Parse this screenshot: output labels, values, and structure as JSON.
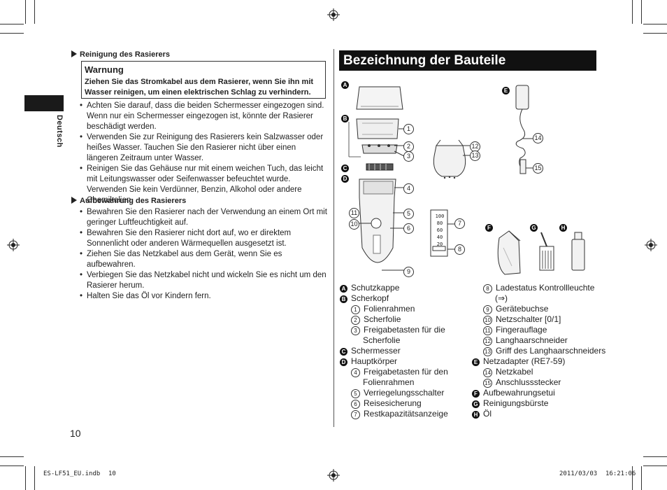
{
  "side_tab": {
    "language": "Deutsch"
  },
  "left": {
    "cleaning_heading": "Reinigung des Rasierers",
    "warning": {
      "title": "Warnung",
      "text": "Ziehen Sie das Stromkabel aus dem Rasierer, wenn Sie ihn mit Wasser reinigen, um einen elektrischen Schlag zu verhindern."
    },
    "cleaning_bullets": [
      "Achten Sie darauf, dass die beiden Schermesser eingezogen sind. Wenn nur ein Schermesser eingezogen ist, könnte der Rasierer beschädigt werden.",
      "Verwenden Sie zur Reinigung des Rasierers kein Salzwasser oder heißes Wasser. Tauchen Sie den Rasierer nicht über einen längeren Zeitraum unter Wasser.",
      "Reinigen Sie das Gehäuse nur mit einem weichen Tuch, das leicht mit Leitungswasser oder Seifenwasser befeuchtet wurde. Verwenden Sie kein Verdünner, Benzin, Alkohol oder andere Chemikalien."
    ],
    "storage_heading": "Aufbewahrung des Rasierers",
    "storage_bullets": [
      "Bewahren Sie den Rasierer nach der Verwendung an einem Ort mit geringer Luftfeuchtigkeit auf.",
      "Bewahren Sie den Rasierer nicht dort auf, wo er direktem Sonnenlicht oder anderen Wärmequellen ausgesetzt ist.",
      "Ziehen Sie das Netzkabel aus dem Gerät, wenn Sie es aufbewahren.",
      "Verbiegen Sie das Netzkabel nicht und wickeln Sie es nicht um den Rasierer herum.",
      "Halten Sie das Öl vor Kindern fern."
    ],
    "page_number": "10"
  },
  "right": {
    "title": "Bezeichnung der Bauteile",
    "diagram": {
      "badges": [
        "A",
        "B",
        "C",
        "D",
        "E",
        "F",
        "G",
        "H"
      ],
      "numbers": [
        "1",
        "2",
        "3",
        "4",
        "5",
        "6",
        "7",
        "8",
        "9",
        "10",
        "11",
        "12",
        "13",
        "14",
        "15"
      ],
      "indicator_levels": [
        "100",
        "80",
        "60",
        "40",
        "20"
      ]
    },
    "parts_col1": [
      {
        "marker": "A",
        "kind": "badge",
        "text": "Schutzkappe"
      },
      {
        "marker": "B",
        "kind": "badge",
        "text": "Scherkopf"
      },
      {
        "marker": "1",
        "kind": "num",
        "text": "Folienrahmen"
      },
      {
        "marker": "2",
        "kind": "num",
        "text": "Scherfolie"
      },
      {
        "marker": "3",
        "kind": "num",
        "text": "Freigabetasten für die"
      },
      {
        "marker": "",
        "kind": "cont",
        "text": "Scherfolie"
      },
      {
        "marker": "C",
        "kind": "badge",
        "text": "Schermesser"
      },
      {
        "marker": "D",
        "kind": "badge",
        "text": "Hauptkörper"
      },
      {
        "marker": "4",
        "kind": "num",
        "text": "Freigabetasten für den"
      },
      {
        "marker": "",
        "kind": "cont",
        "text": "Folienrahmen"
      },
      {
        "marker": "5",
        "kind": "num",
        "text": "Verriegelungsschalter"
      },
      {
        "marker": "6",
        "kind": "num",
        "text": "Reisesicherung"
      },
      {
        "marker": "7",
        "kind": "num",
        "text": "Restkapazitätsanzeige"
      }
    ],
    "parts_col2": [
      {
        "marker": "8",
        "kind": "num",
        "text": "Ladestatus Kontrollleuchte"
      },
      {
        "marker": "",
        "kind": "cont",
        "text": "(⇒)"
      },
      {
        "marker": "9",
        "kind": "num",
        "text": "Gerätebuchse"
      },
      {
        "marker": "10",
        "kind": "num",
        "text": "Netzschalter [0/1]"
      },
      {
        "marker": "11",
        "kind": "num",
        "text": "Fingerauflage"
      },
      {
        "marker": "12",
        "kind": "num",
        "text": "Langhaarschneider"
      },
      {
        "marker": "13",
        "kind": "num",
        "text": "Griff des Langhaarschneiders"
      },
      {
        "marker": "E",
        "kind": "badge",
        "text": "Netzadapter (RE7-59)"
      },
      {
        "marker": "14",
        "kind": "num",
        "text": "Netzkabel"
      },
      {
        "marker": "15",
        "kind": "num",
        "text": "Anschlussstecker"
      },
      {
        "marker": "F",
        "kind": "badge",
        "text": "Aufbewahrungsetui"
      },
      {
        "marker": "G",
        "kind": "badge",
        "text": "Reinigungsbürste"
      },
      {
        "marker": "H",
        "kind": "badge",
        "text": "Öl"
      }
    ]
  },
  "footer": {
    "file": "ES-LF51_EU.indb",
    "page": "10",
    "date": "2011/03/03",
    "time": "16:21:06"
  }
}
